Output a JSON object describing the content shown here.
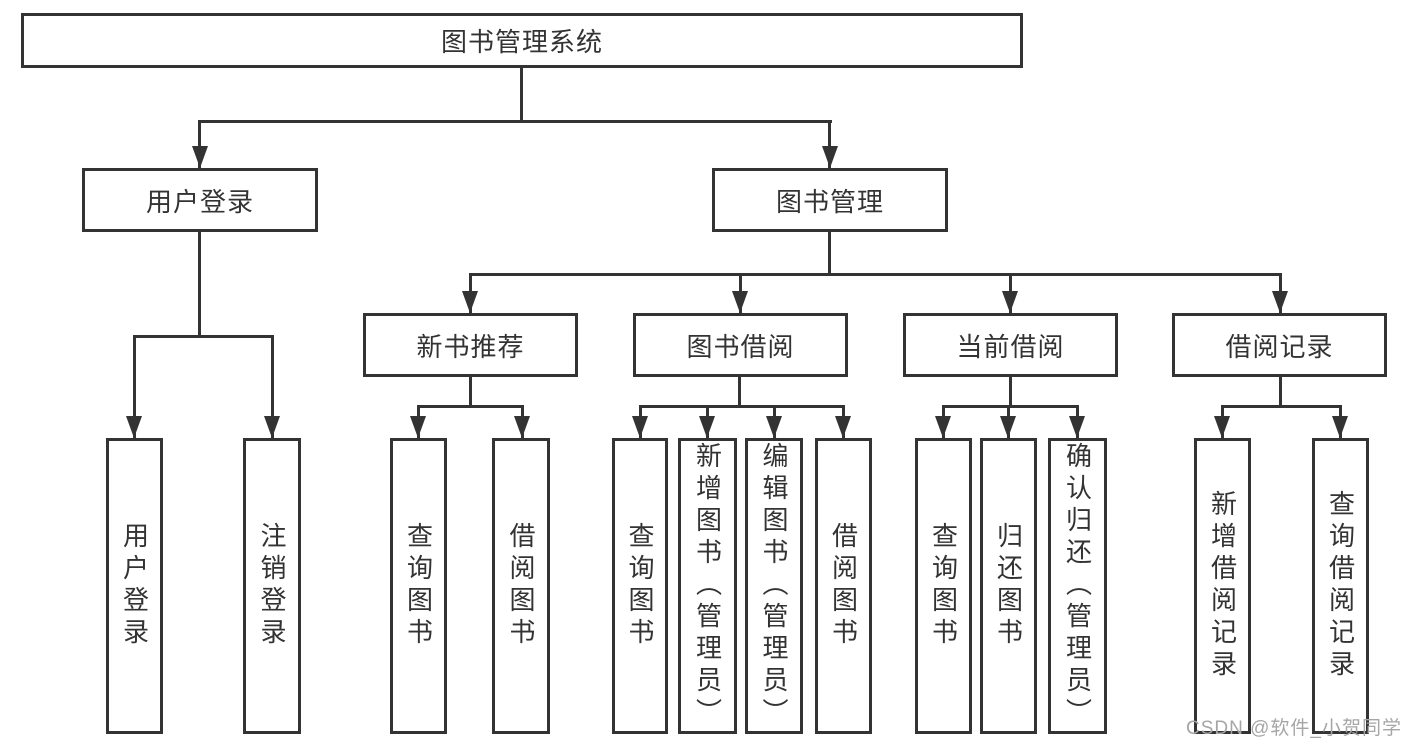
{
  "root": {
    "label": "图书管理系统"
  },
  "level2": {
    "user_login": {
      "label": "用户登录"
    },
    "book_mgmt": {
      "label": "图书管理"
    }
  },
  "level3": {
    "new_books": {
      "label": "新书推荐"
    },
    "borrow": {
      "label": "图书借阅"
    },
    "current": {
      "label": "当前借阅"
    },
    "records": {
      "label": "借阅记录"
    }
  },
  "leaves": {
    "user_login": [
      "用户登录",
      "注销登录"
    ],
    "new_books": [
      "查询图书",
      "借阅图书"
    ],
    "borrow": [
      "查询图书",
      "新增图书（管理员）",
      "编辑图书（管理员）",
      "借阅图书"
    ],
    "current": [
      "查询图书",
      "归还图书",
      "确认归还（管理员）"
    ],
    "records": [
      "新增借阅记录",
      "查询借阅记录"
    ]
  },
  "watermark": "CSDN @软件_小贺同学",
  "colors": {
    "line": "#333333",
    "text": "#333333",
    "watermark": "#a6a6a6",
    "background": "#ffffff"
  }
}
